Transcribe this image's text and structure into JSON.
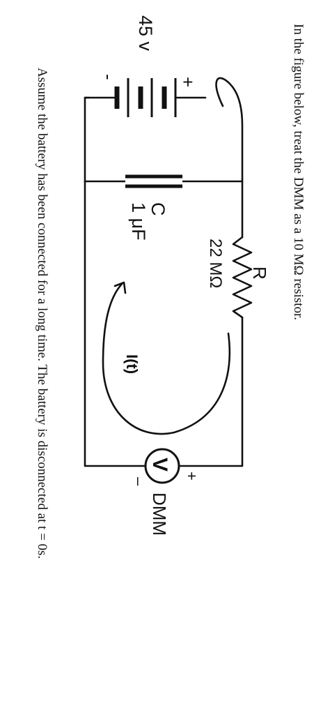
{
  "problem": {
    "intro": "In the figure below, treat the DMM as a 10 MΩ resistor.",
    "assumption": "Assume the battery has been connected for a long time. The battery is disconnected at t = 0s."
  },
  "circuit": {
    "battery": {
      "voltage": "45 v",
      "plus": "+",
      "minus": "-"
    },
    "resistor": {
      "name": "R",
      "value": "22 MΩ"
    },
    "capacitor": {
      "name": "C",
      "value": "1 μF"
    },
    "current": {
      "label": "I(t)"
    },
    "meter": {
      "symbol": "V",
      "name": "DMM",
      "plus": "+",
      "minus": "–"
    }
  }
}
